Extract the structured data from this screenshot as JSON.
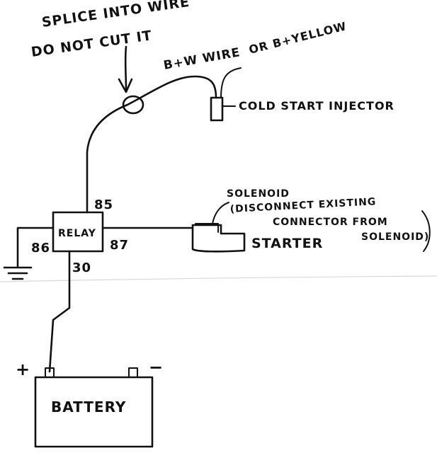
{
  "labels": {
    "splice_line1": "SPLICE INTO WIRE",
    "splice_line2": "DO NOT CUT IT",
    "bw_wire": "B+W WIRE",
    "or_by": "OR B+YELLOW",
    "cold_start": "COLD START INJECTOR",
    "pin_85": "85",
    "solenoid_line1": "SOLENOID",
    "solenoid_line2": "(DISCONNECT EXISTING",
    "solenoid_line3": "CONNECTOR FROM",
    "solenoid_line4": "SOLENOID)",
    "pin_86": "86",
    "relay": "RELAY",
    "pin_87": "87",
    "starter": "STARTER",
    "pin_30": "30",
    "plus": "+",
    "minus": "−",
    "battery": "BATTERY"
  }
}
